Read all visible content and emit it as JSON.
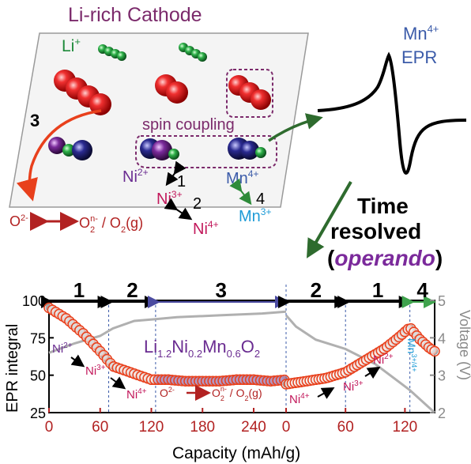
{
  "top": {
    "title": "Li-rich Cathode",
    "li_plus": "Li",
    "li_plus_sup": "+",
    "spin_coupling": "spin coupling",
    "step3": "3",
    "ni2": "Ni",
    "ni2_sup": "2+",
    "ni3": "Ni",
    "ni3_sup": "3+",
    "ni4": "Ni",
    "ni4_sup": "4+",
    "mn4": "Mn",
    "mn4_sup": "4+",
    "mn3": "Mn",
    "mn3_sup": "3+",
    "step1": "1",
    "step2": "2",
    "step4": "4",
    "oxygen_left": "O",
    "oxygen_left_sup": "2-",
    "oxygen_right_a": "O",
    "oxygen_right_a_sub": "2",
    "oxygen_right_a_sup": "n-",
    "oxygen_right_b": " / O",
    "oxygen_right_b_sub": "2",
    "oxygen_right_b_tail": "(g)"
  },
  "epr": {
    "label_line1": "Mn",
    "label_line1_sup": "4+",
    "label_line2": "EPR"
  },
  "time_resolved": {
    "line1": "Time",
    "line2": "resolved",
    "line3_open": "(",
    "line3_em": "operando",
    "line3_close": ")"
  },
  "colors": {
    "purple_title": "#7B2A6B",
    "ni2_purple": "#6A2C91",
    "ni_pink": "#C2185B",
    "mn4_blue": "#3B5BA9",
    "mn3_cyan": "#1E9BD7",
    "li_green": "#1E8A3A",
    "arrow_red": "#E8401C",
    "oxygen_red": "#B22222",
    "dark_green_arrow": "#2E6B2E",
    "period_blue": "#4B4BA0"
  },
  "chart_data": {
    "type": "line",
    "formula": {
      "li": "Li",
      "li_sub": "1.2",
      "ni": "Ni",
      "ni_sub": "0.2",
      "mn": "Mn",
      "mn_sub": "0.6",
      "o": "O",
      "o_sub": "2"
    },
    "ylabel": "EPR integral",
    "y2label": "Voltage (V)",
    "xlabel": "Capacity (mAh/g)",
    "ylim": [
      25,
      100
    ],
    "y2lim": [
      2,
      5
    ],
    "ytick_labels": [
      "100",
      "75",
      "50",
      "25"
    ],
    "y2tick_labels": [
      "5",
      "4",
      "3",
      "2"
    ],
    "xtick_labels_charge": [
      "0",
      "60",
      "120",
      "180",
      "240"
    ],
    "xtick_labels_discharge": [
      "0",
      "60",
      "120"
    ],
    "regions": [
      {
        "label": "1",
        "from": 0,
        "to": 70
      },
      {
        "label": "2",
        "from": 70,
        "to": 125
      },
      {
        "label": "3",
        "from": 125,
        "to": 278
      },
      {
        "label": "2",
        "from": 0,
        "to": 60
      },
      {
        "label": "1",
        "from": 60,
        "to": 125
      },
      {
        "label": "4",
        "from": 125,
        "to": 150
      }
    ],
    "series": [
      {
        "name": "EPR integral (charge)",
        "x": [
          0,
          20,
          40,
          60,
          75,
          90,
          105,
          120,
          140,
          160,
          180,
          200,
          220,
          240,
          260,
          278
        ],
        "y": [
          95,
          88,
          78,
          66,
          56,
          53,
          50,
          47,
          47,
          46,
          46,
          46,
          47,
          47,
          46,
          47
        ]
      },
      {
        "name": "EPR integral (discharge)",
        "x": [
          0,
          20,
          40,
          60,
          80,
          100,
          115,
          125,
          135,
          145,
          150
        ],
        "y": [
          44,
          46,
          48,
          52,
          60,
          68,
          76,
          82,
          74,
          68,
          66
        ]
      },
      {
        "name": "Voltage (charge)",
        "x": [
          0,
          30,
          60,
          75,
          100,
          125,
          150,
          200,
          250,
          278
        ],
        "y": [
          3.6,
          3.85,
          4.05,
          4.25,
          4.45,
          4.5,
          4.55,
          4.6,
          4.65,
          4.7
        ]
      },
      {
        "name": "Voltage (discharge)",
        "x": [
          0,
          10,
          30,
          60,
          90,
          125,
          150
        ],
        "y": [
          4.6,
          4.3,
          3.95,
          3.7,
          3.3,
          2.6,
          2.0
        ]
      }
    ],
    "annotations": {
      "ni2": "Ni",
      "ni2_sup": "2+",
      "ni3": "Ni",
      "ni3_sup": "3+",
      "ni4": "Ni",
      "ni4_sup": "4+",
      "o_left": "O",
      "o_left_sup": "2-",
      "o_mid": "O",
      "o_mid_sub": "2",
      "o_mid_sup": "n-",
      "o_tail": " / O",
      "o_tail_sub": "2",
      "o_tail_end": "(g)",
      "ni4_r": "Ni",
      "ni4_r_sup": "4+",
      "ni3_r": "Ni",
      "ni3_r_sup": "3+",
      "ni2_r": "Ni",
      "ni2_r_sup": "2+",
      "mn34": "Mn",
      "mn34_sup": "3+/4+"
    }
  }
}
